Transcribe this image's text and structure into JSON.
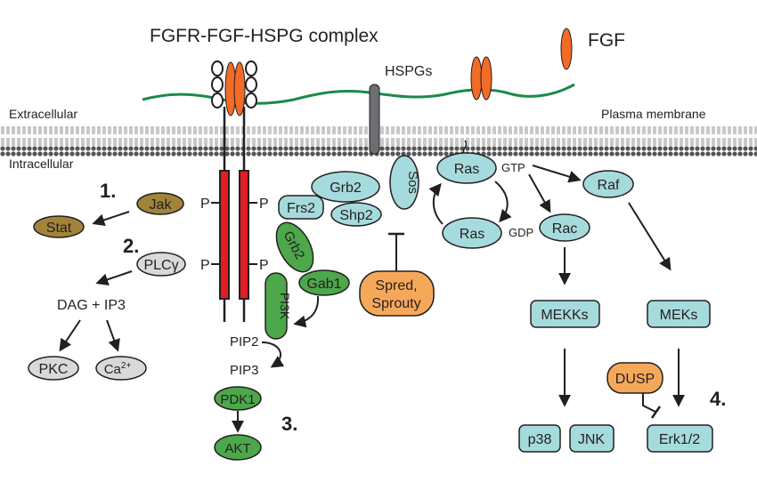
{
  "labels": {
    "complex": "FGFR-FGF-HSPG complex",
    "fgf": "FGF",
    "hspgs": "HSPGs",
    "extracellular": "Extracellular",
    "intracellular": "Intracellular",
    "plasma_membrane": "Plasma membrane",
    "p": "P"
  },
  "steps": {
    "one": "1.",
    "two": "2.",
    "three": "3.",
    "four": "4."
  },
  "nodes": {
    "jak": "Jak",
    "stat": "Stat",
    "plcg": "PLCγ",
    "dag_ip3": "DAG + IP3",
    "pkc": "PKC",
    "ca_base": "Ca",
    "ca_sup": "2+",
    "frs2": "Frs2",
    "grb2_top": "Grb2",
    "shp2": "Shp2",
    "sos": "Sos",
    "grb2_green": "Grb2",
    "gab1": "Gab1",
    "pi3k": "PI3K",
    "pip2": "PIP2",
    "pip3": "PIP3",
    "pdk1": "PDK1",
    "akt": "AKT",
    "spred_line1": "Spred,",
    "spred_line2": "Sprouty",
    "ras_gtp": "Ras",
    "gtp": "GTP",
    "ras_gdp": "Ras",
    "gdp": "GDP",
    "raf": "Raf",
    "rac": "Rac",
    "mekks": "MEKKs",
    "meks": "MEKs",
    "dusp": "DUSP",
    "p38": "p38",
    "jnk": "JNK",
    "erk": "Erk1/2"
  },
  "colors": {
    "teal": "#a6dbdd",
    "green": "#4ca84a",
    "brown": "#a1843a",
    "gray": "#d9d9d9",
    "orange": "#f6a85a",
    "fgf_orange": "#f26b27",
    "receptor_red": "#e21d24",
    "membrane_green": "#1a8a4a"
  }
}
